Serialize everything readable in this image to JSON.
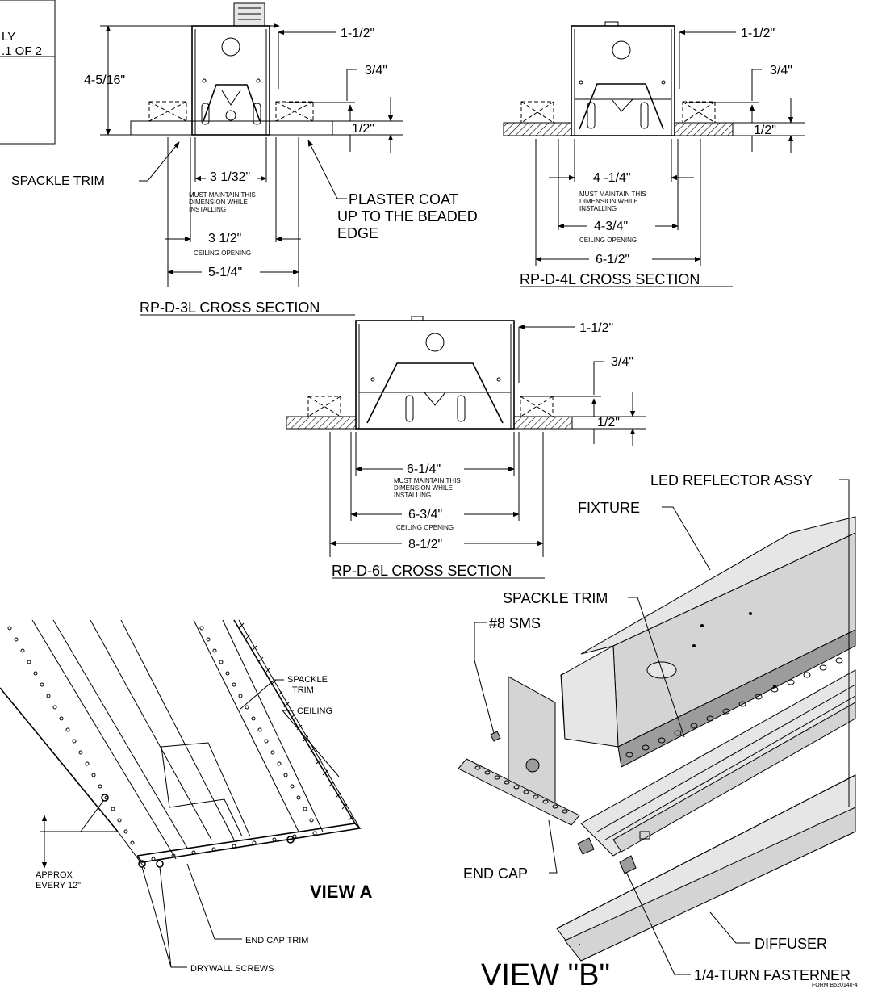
{
  "sheet": {
    "fragment_line1": "LY",
    "fragment_line2": ".1 OF 2",
    "form_no": "FORM B520140-4"
  },
  "section_3l": {
    "height": "4-5/16\"",
    "top_offset": "1-1/2\"",
    "upper_gap": "3/4\"",
    "trim_thickness": "1/2\"",
    "spackle_label": "SPACKLE TRIM",
    "inner_dim": "3 1/32\"",
    "inner_note_1": "MUST MAINTAIN THIS",
    "inner_note_2": "DIMENSION WHILE",
    "inner_note_3": "INSTALLING",
    "plaster_1": "PLASTER COAT",
    "plaster_2": "UP TO THE BEADED",
    "plaster_3": "EDGE",
    "opening_dim": "3 1/2\"",
    "opening_note": "CEILING OPENING",
    "outer_dim": "5-1/4\"",
    "title": "RP-D-3L CROSS SECTION"
  },
  "section_4l": {
    "top_offset": "1-1/2\"",
    "upper_gap": "3/4\"",
    "trim_thickness": "1/2\"",
    "inner_dim": "4 -1/4\"",
    "inner_note_1": "MUST MAINTAIN THIS",
    "inner_note_2": "DIMENSION WHILE",
    "inner_note_3": "INSTALLING",
    "opening_dim": "4-3/4\"",
    "opening_note": "CEILING OPENING",
    "outer_dim": "6-1/2\"",
    "title": "RP-D-4L CROSS SECTION"
  },
  "section_6l": {
    "top_offset": "1-1/2\"",
    "upper_gap": "3/4\"",
    "trim_thickness": "1/2\"",
    "inner_dim": "6-1/4\"",
    "inner_note_1": "MUST MAINTAIN THIS",
    "inner_note_2": "DIMENSION WHILE",
    "inner_note_3": "INSTALLING",
    "opening_dim": "6-3/4\"",
    "opening_note": "CEILING OPENING",
    "outer_dim": "8-1/2\"",
    "title": "RP-D-6L CROSS SECTION"
  },
  "view_a": {
    "spackle_1": "SPACKLE",
    "spackle_2": "TRIM",
    "ceiling": "CEILING",
    "approx_1": "APPROX",
    "approx_2": "EVERY 12\"",
    "title": "VIEW A",
    "end_cap_trim": "END CAP TRIM",
    "drywall_screws": "DRYWALL SCREWS"
  },
  "view_b": {
    "led_reflector": "LED REFLECTOR ASSY",
    "fixture": "FIXTURE",
    "spackle_trim": "SPACKLE TRIM",
    "sms": "#8 SMS",
    "end_cap": "END CAP",
    "diffuser": "DIFFUSER",
    "fastener": "1/4-TURN FASTERNER",
    "title": "VIEW \"B\""
  }
}
